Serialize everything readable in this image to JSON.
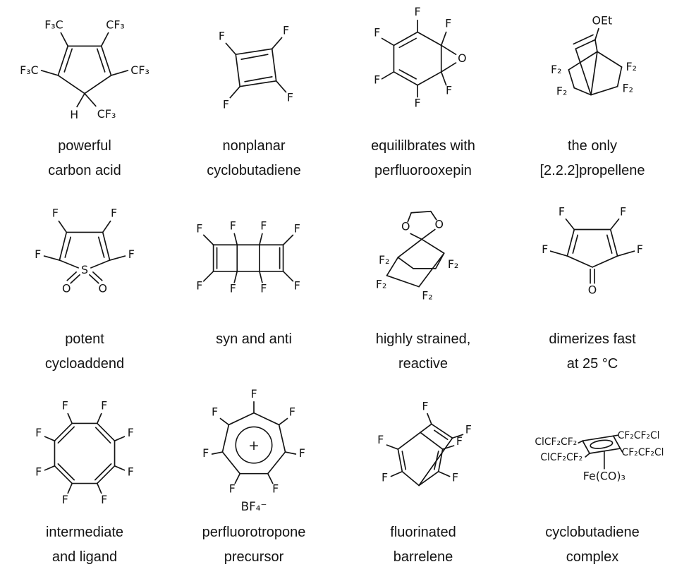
{
  "figure": {
    "background": "#ffffff",
    "ink": "#151515"
  },
  "molecules": [
    {
      "caption": [
        "powerful",
        "carbon acid"
      ],
      "atom_labels": [
        "F₃C",
        "CF₃",
        "F₃C",
        "CF₃",
        "H",
        "CF₃"
      ]
    },
    {
      "caption": [
        "nonplanar",
        "cyclobutadiene"
      ],
      "atom_labels": [
        "F",
        "F",
        "F",
        "F"
      ]
    },
    {
      "caption": [
        "equililbrates with",
        "perfluorooxepin"
      ],
      "atom_labels": [
        "F",
        "F",
        "F",
        "F",
        "F",
        "F",
        "O"
      ]
    },
    {
      "caption": [
        "the only",
        "[2.2.2]propellene"
      ],
      "atom_labels": [
        "OEt",
        "F₂",
        "F₂",
        "F₂",
        "F₂"
      ]
    },
    {
      "caption": [
        "potent",
        "cycloaddend"
      ],
      "atom_labels": [
        "F",
        "F",
        "F",
        "F",
        "S",
        "O",
        "O"
      ]
    },
    {
      "caption": [
        "syn and anti",
        ""
      ],
      "atom_labels": [
        "F",
        "F",
        "F",
        "F",
        "F",
        "F",
        "F",
        "F"
      ]
    },
    {
      "caption": [
        "highly strained,",
        "reactive"
      ],
      "atom_labels": [
        "O",
        "O",
        "F₂",
        "F₂",
        "F₂",
        "F₂"
      ]
    },
    {
      "caption": [
        "dimerizes fast",
        "at 25 °C"
      ],
      "atom_labels": [
        "F",
        "F",
        "F",
        "F",
        "O"
      ]
    },
    {
      "caption": [
        "intermediate",
        "and ligand"
      ],
      "atom_labels": [
        "F",
        "F",
        "F",
        "F",
        "F",
        "F",
        "F",
        "F"
      ]
    },
    {
      "caption": [
        "perfluorotropone",
        "precursor"
      ],
      "atom_labels": [
        "F",
        "F",
        "F",
        "F",
        "F",
        "F",
        "F",
        "+",
        "BF₄⁻"
      ]
    },
    {
      "caption": [
        "fluorinated",
        "barrelene"
      ],
      "atom_labels": [
        "F",
        "F",
        "F",
        "F",
        "F",
        "F"
      ]
    },
    {
      "caption": [
        "cyclobutadiene",
        "complex"
      ],
      "atom_labels": [
        "ClCF₂CF₂",
        "ClCF₂CF₂",
        "CF₂CF₂Cl",
        "CF₂CF₂Cl",
        "Fe(CO)₃"
      ]
    }
  ]
}
